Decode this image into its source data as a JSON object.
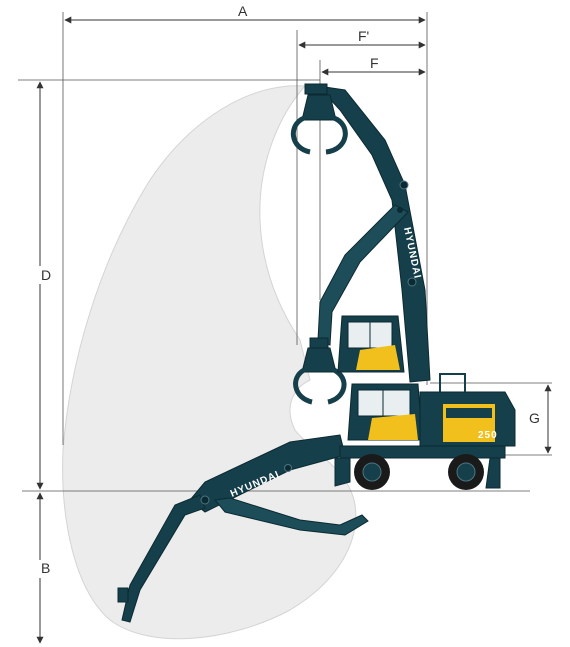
{
  "dimensions": {
    "a": "A",
    "f_prime": "F'",
    "f": "F",
    "d": "D",
    "b": "B",
    "g": "G"
  },
  "branding": {
    "boom_brand": "HYUNDAI",
    "stick_brand": "HYUNDAI",
    "model_badge": "250"
  },
  "colors": {
    "machine_body": "#153f4a",
    "accent_yellow": "#f2c01c",
    "reach_envelope": "#ececec"
  }
}
